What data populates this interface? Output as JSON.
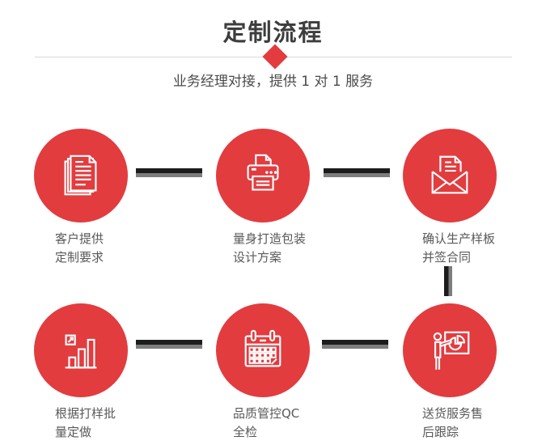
{
  "page": {
    "title": "定制流程",
    "subtitle": "业务经理对接，提供 1 对 1 服务"
  },
  "colors": {
    "bg": "#ffffff",
    "accent": "#e23c3f",
    "title-color": "#3d3d3d",
    "subtitle-color": "#4a4a4a",
    "label-color": "#595959",
    "divider": "#d9d9d9",
    "bar-dark": "#1c1c1c",
    "bar-gray": "#7d7d7d",
    "icon-stroke": "#ffffff"
  },
  "steps": [
    {
      "icon": "documents-icon",
      "line1": "客户提供",
      "line2": "定制要求"
    },
    {
      "icon": "printer-icon",
      "line1": "量身打造包装",
      "line2": "设计方案"
    },
    {
      "icon": "envelope-icon",
      "line1": "确认生产样板",
      "line2": "并签合同"
    },
    {
      "icon": "bar-chart-icon",
      "line1": "根据打样批",
      "line2": "量定做"
    },
    {
      "icon": "calendar-icon",
      "line1": "品质管控QC",
      "line2": "全检"
    },
    {
      "icon": "presentation-icon",
      "line1": "送货服务售",
      "line2": "后跟踪"
    }
  ]
}
